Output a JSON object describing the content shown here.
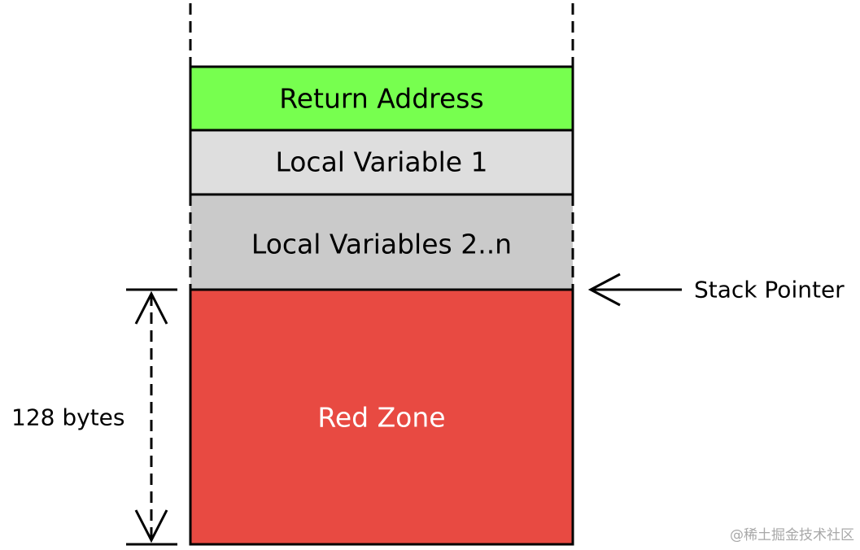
{
  "blocks": {
    "return_address": {
      "label": "Return Address",
      "fill": "#77FF4F",
      "text_color": "#000000"
    },
    "local_variable_1": {
      "label": "Local Variable 1",
      "fill": "#DEDEDE",
      "text_color": "#000000"
    },
    "local_variables_2n": {
      "label": "Local Variables 2..n",
      "fill": "#CACACA",
      "text_color": "#000000"
    },
    "red_zone": {
      "label": "Red Zone",
      "fill": "#E84A42",
      "text_color": "#FFFFFF"
    }
  },
  "stack_pointer": {
    "label": "Stack Pointer",
    "icon": "arrow-left-icon"
  },
  "red_zone_size": {
    "label": "128 bytes",
    "icon": "double-headed-dashed-arrow-icon"
  },
  "watermark": "@稀土掘金技术社区"
}
